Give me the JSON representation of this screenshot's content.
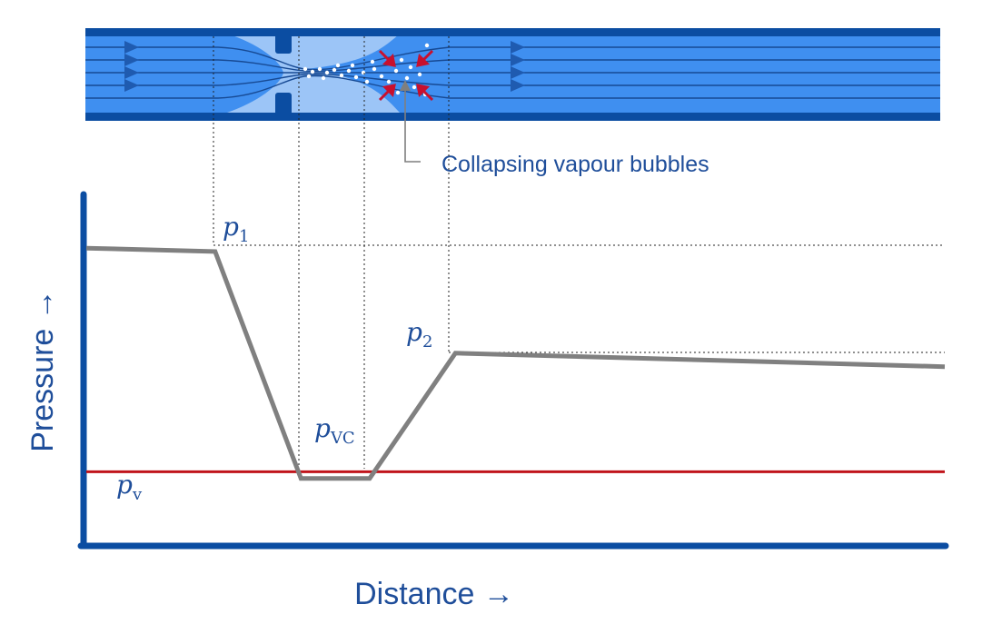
{
  "colors": {
    "pipe_wall": "#0b4da2",
    "fluid": "#3f8ff0",
    "fluid_light": "#9cc5f7",
    "streamline": "#174a94",
    "pressure_line": "#808080",
    "vapour_line": "#c0141b",
    "collapse_arrow": "#c8102e",
    "label": "#1f4e9a"
  },
  "labels": {
    "callout": "Collapsing vapour bubbles",
    "y_axis": "Pressure →",
    "x_axis": "Distance →",
    "p1": {
      "main": "p",
      "sub": "1"
    },
    "p2": {
      "main": "p",
      "sub": "2"
    },
    "pvc": {
      "main": "p",
      "sub": "VC"
    },
    "pv": {
      "main": "p",
      "sub": "v"
    }
  },
  "chart_data": {
    "type": "line",
    "title": "",
    "xlabel": "Distance →",
    "ylabel": "Pressure →",
    "series": [
      {
        "name": "pressure",
        "points": [
          [
            0,
            0.71
          ],
          [
            0.15,
            0.7
          ],
          [
            0.25,
            0.03
          ],
          [
            0.33,
            0.03
          ],
          [
            0.43,
            0.4
          ],
          [
            1.0,
            0.36
          ]
        ]
      },
      {
        "name": "vapour pressure",
        "points": [
          [
            0,
            0.05
          ],
          [
            1.0,
            0.05
          ]
        ]
      }
    ],
    "annotations": [
      "p1",
      "p2",
      "pVC",
      "pv"
    ]
  }
}
